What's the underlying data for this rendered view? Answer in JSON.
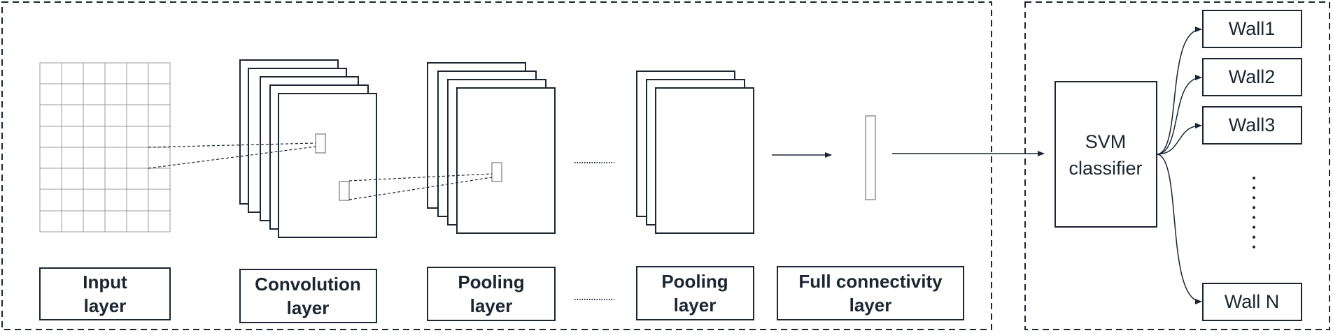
{
  "cnn_labels": {
    "input": [
      "Input",
      "layer"
    ],
    "conv": [
      "Convolution",
      "layer"
    ],
    "pool1": [
      "Pooling",
      "layer"
    ],
    "pool2": [
      "Pooling",
      "layer"
    ],
    "fc": [
      "Full connectivity",
      "layer"
    ]
  },
  "svm": [
    "SVM",
    "classifier"
  ],
  "outputs": [
    "Wall1",
    "Wall2",
    "Wall3",
    "Wall N"
  ],
  "colors": {
    "stroke": "#1c2530",
    "grid": "#9a9a9a",
    "background": "#ffffff"
  }
}
